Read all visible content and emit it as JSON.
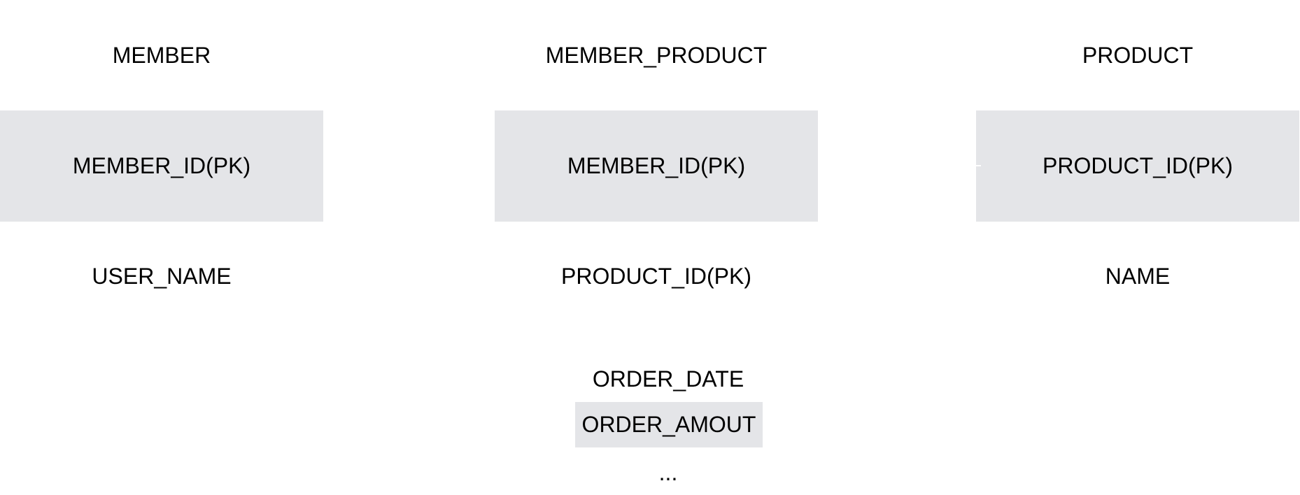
{
  "tables": {
    "member": {
      "name": "MEMBER",
      "pk": "MEMBER_ID(PK)",
      "fields": [
        "USER_NAME"
      ]
    },
    "member_product": {
      "name": "MEMBER_PRODUCT",
      "pk": "MEMBER_ID(PK)",
      "fields": [
        "PRODUCT_ID(PK)",
        "ORDER_DATE",
        "ORDER_AMOUT",
        "..."
      ]
    },
    "product": {
      "name": "PRODUCT",
      "pk": "PRODUCT_ID(PK)",
      "fields": [
        "NAME"
      ]
    }
  },
  "colors": {
    "box_fill": "#e4e5e8",
    "text": "#000000",
    "background": "#ffffff"
  }
}
